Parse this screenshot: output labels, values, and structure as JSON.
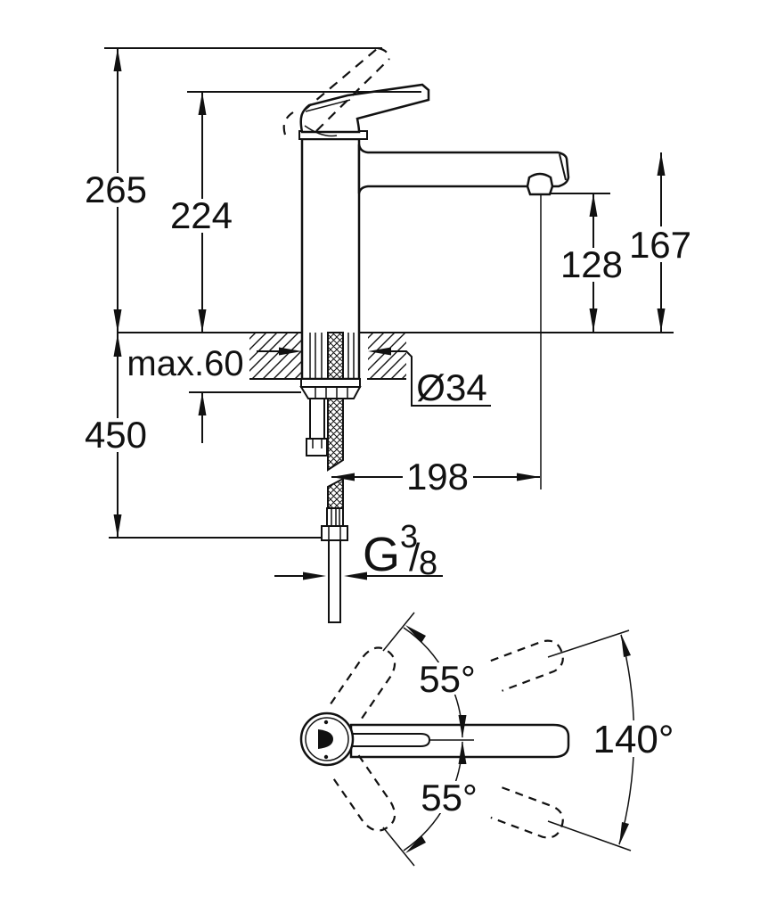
{
  "colors": {
    "ink": "#111111",
    "background": "#ffffff"
  },
  "side_view": {
    "overall_height": "265",
    "height_to_lever": "224",
    "spout_height": "167",
    "outlet_height": "128",
    "max_counter_thickness": "max.60",
    "hose_length": "450",
    "hole_diameter": "Ø34",
    "spout_reach": "198",
    "thread": {
      "letter": "G",
      "numerator": "3",
      "slash": "/",
      "denominator": "8"
    }
  },
  "top_view": {
    "swivel_angle_upper": "55°",
    "swivel_angle_lower": "55°",
    "swivel_angle_total": "140°"
  }
}
